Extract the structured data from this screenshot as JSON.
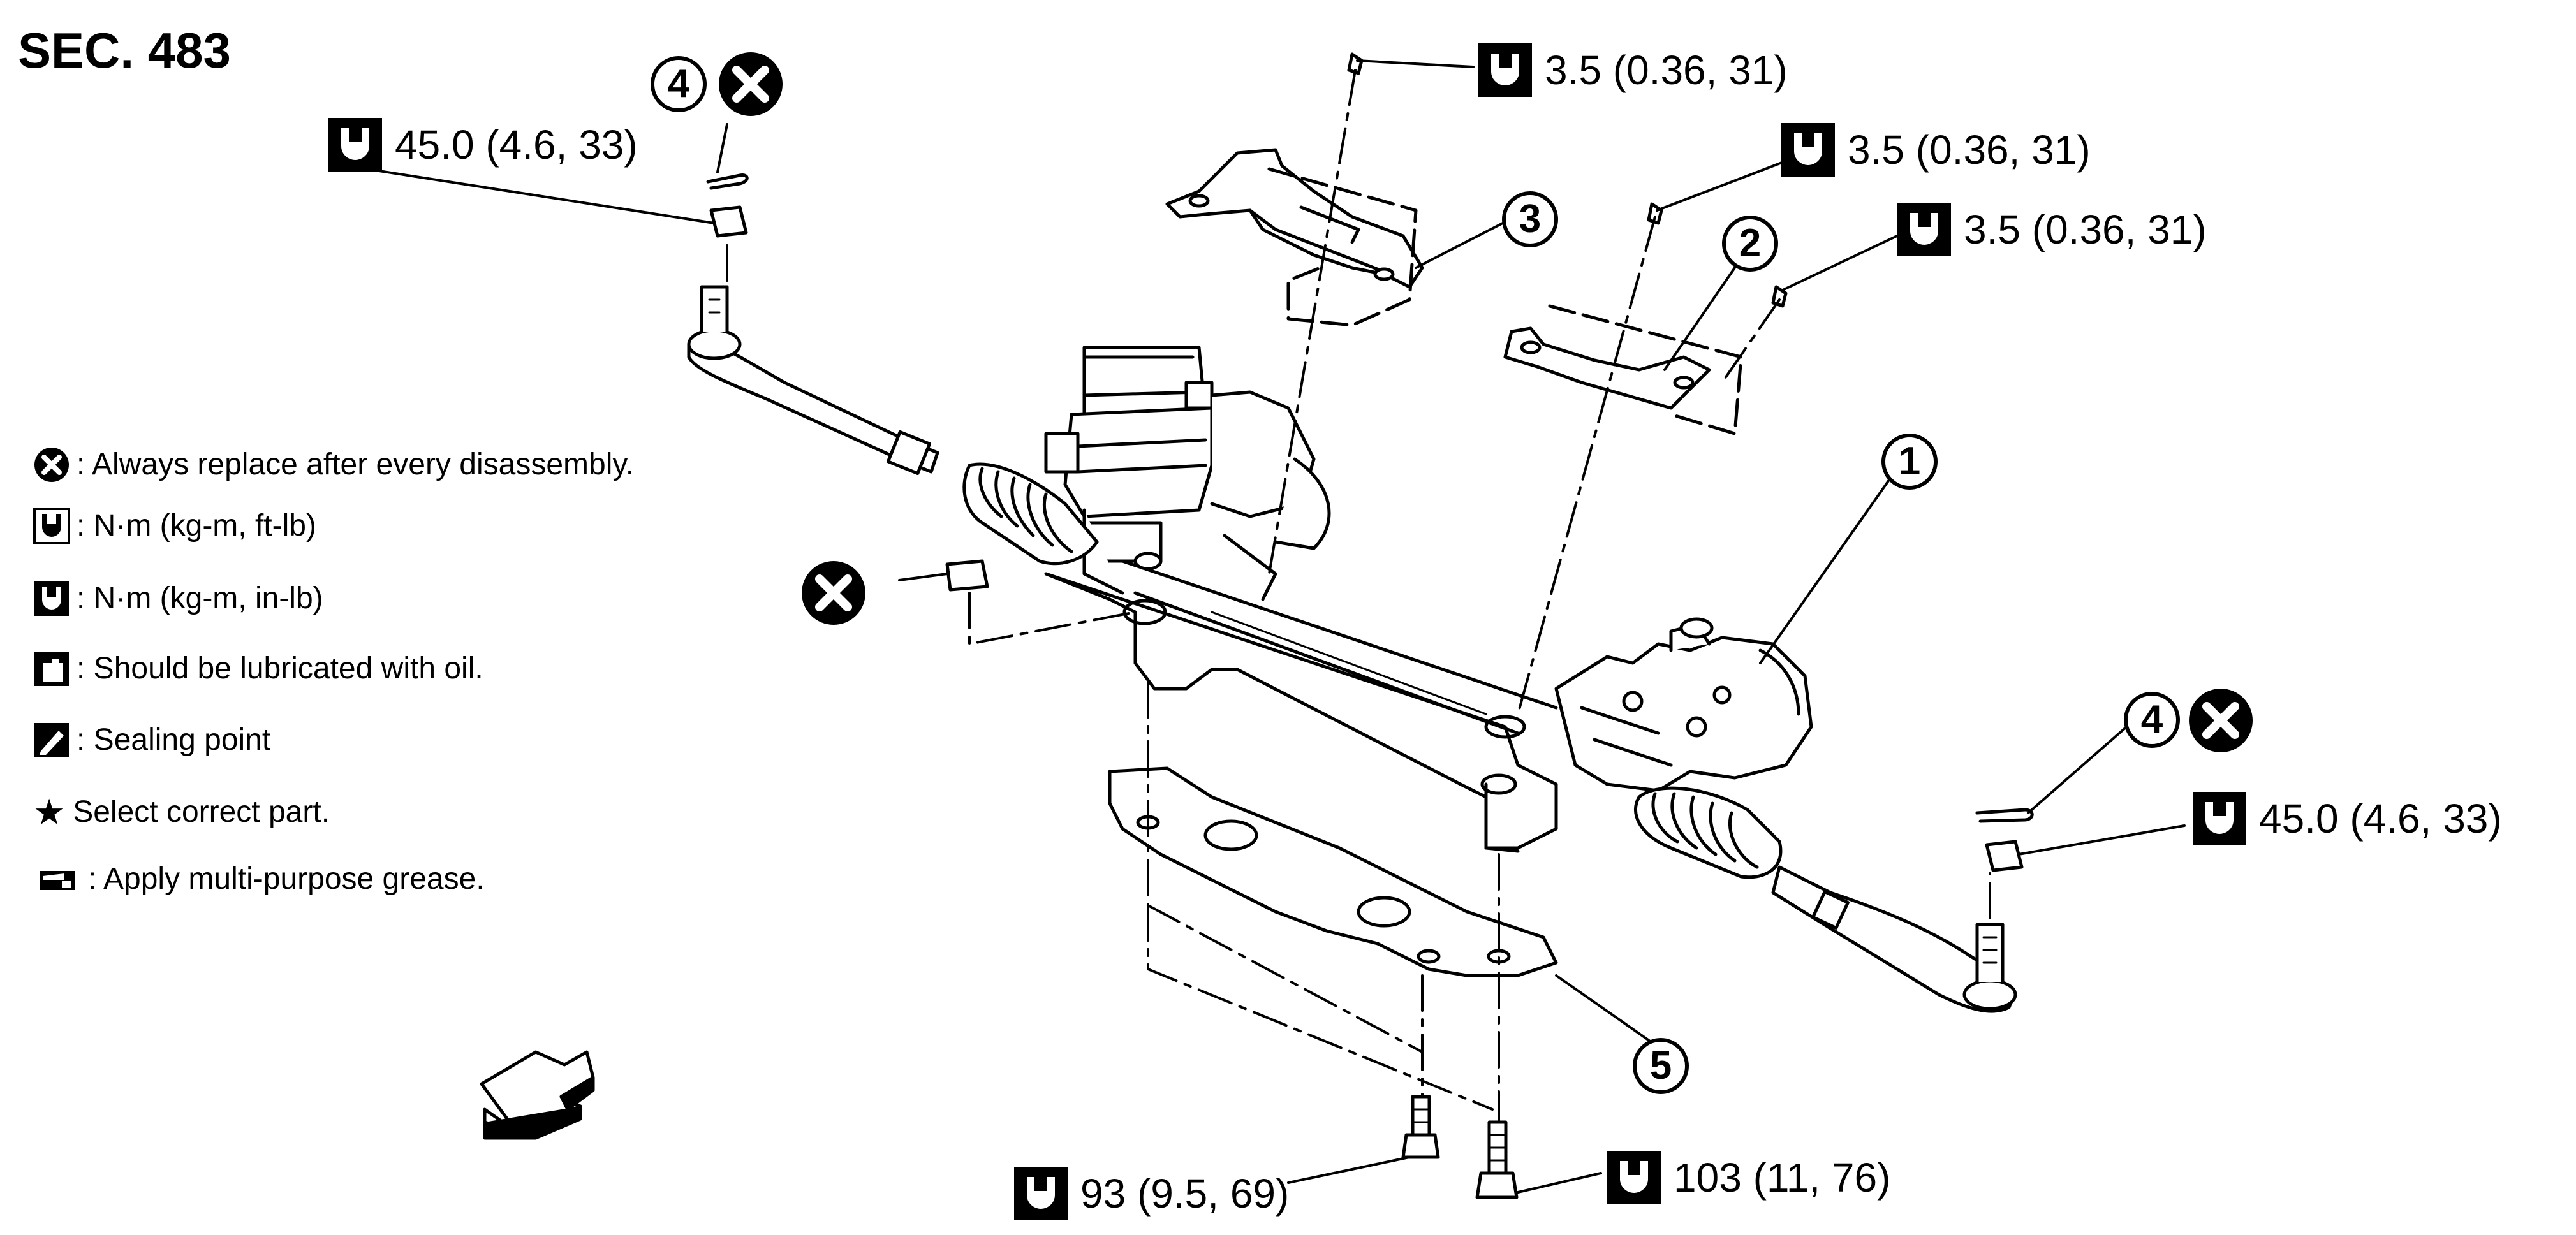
{
  "title": "SEC. 483",
  "legend": [
    {
      "icon": "replace-x-icon",
      "text": ": Always replace after every disassembly."
    },
    {
      "icon": "torque-wrench-ftlb-icon",
      "text": ": N·m (kg-m, ft-lb)"
    },
    {
      "icon": "torque-wrench-inlb-icon",
      "text": ": N·m (kg-m, in-lb)"
    },
    {
      "icon": "oil-can-icon",
      "text": ": Should be lubricated with oil."
    },
    {
      "icon": "sealing-point-icon",
      "text": ": Sealing point"
    },
    {
      "icon": "star-icon",
      "text": "Select correct part.",
      "symbol": "★"
    },
    {
      "icon": "grease-icon",
      "text": ": Apply multi-purpose grease."
    }
  ],
  "torques": {
    "tie_rod_left": "45.0 (4.6, 33)",
    "bracket_top": "3.5 (0.36, 31)",
    "bracket_mid": "3.5 (0.36, 31)",
    "bracket_right": "3.5 (0.36, 31)",
    "tie_rod_right": "45.0 (4.6, 33)",
    "bolt_left": "93 (9.5, 69)",
    "bolt_right": "103 (11, 76)"
  },
  "callouts": {
    "c1": "1",
    "c2": "2",
    "c3": "3",
    "c4_left": "4",
    "c4_right": "4",
    "c5": "5"
  },
  "colors": {
    "ink": "#000000",
    "paper": "#ffffff",
    "part_gray": "#d9d9d9"
  }
}
